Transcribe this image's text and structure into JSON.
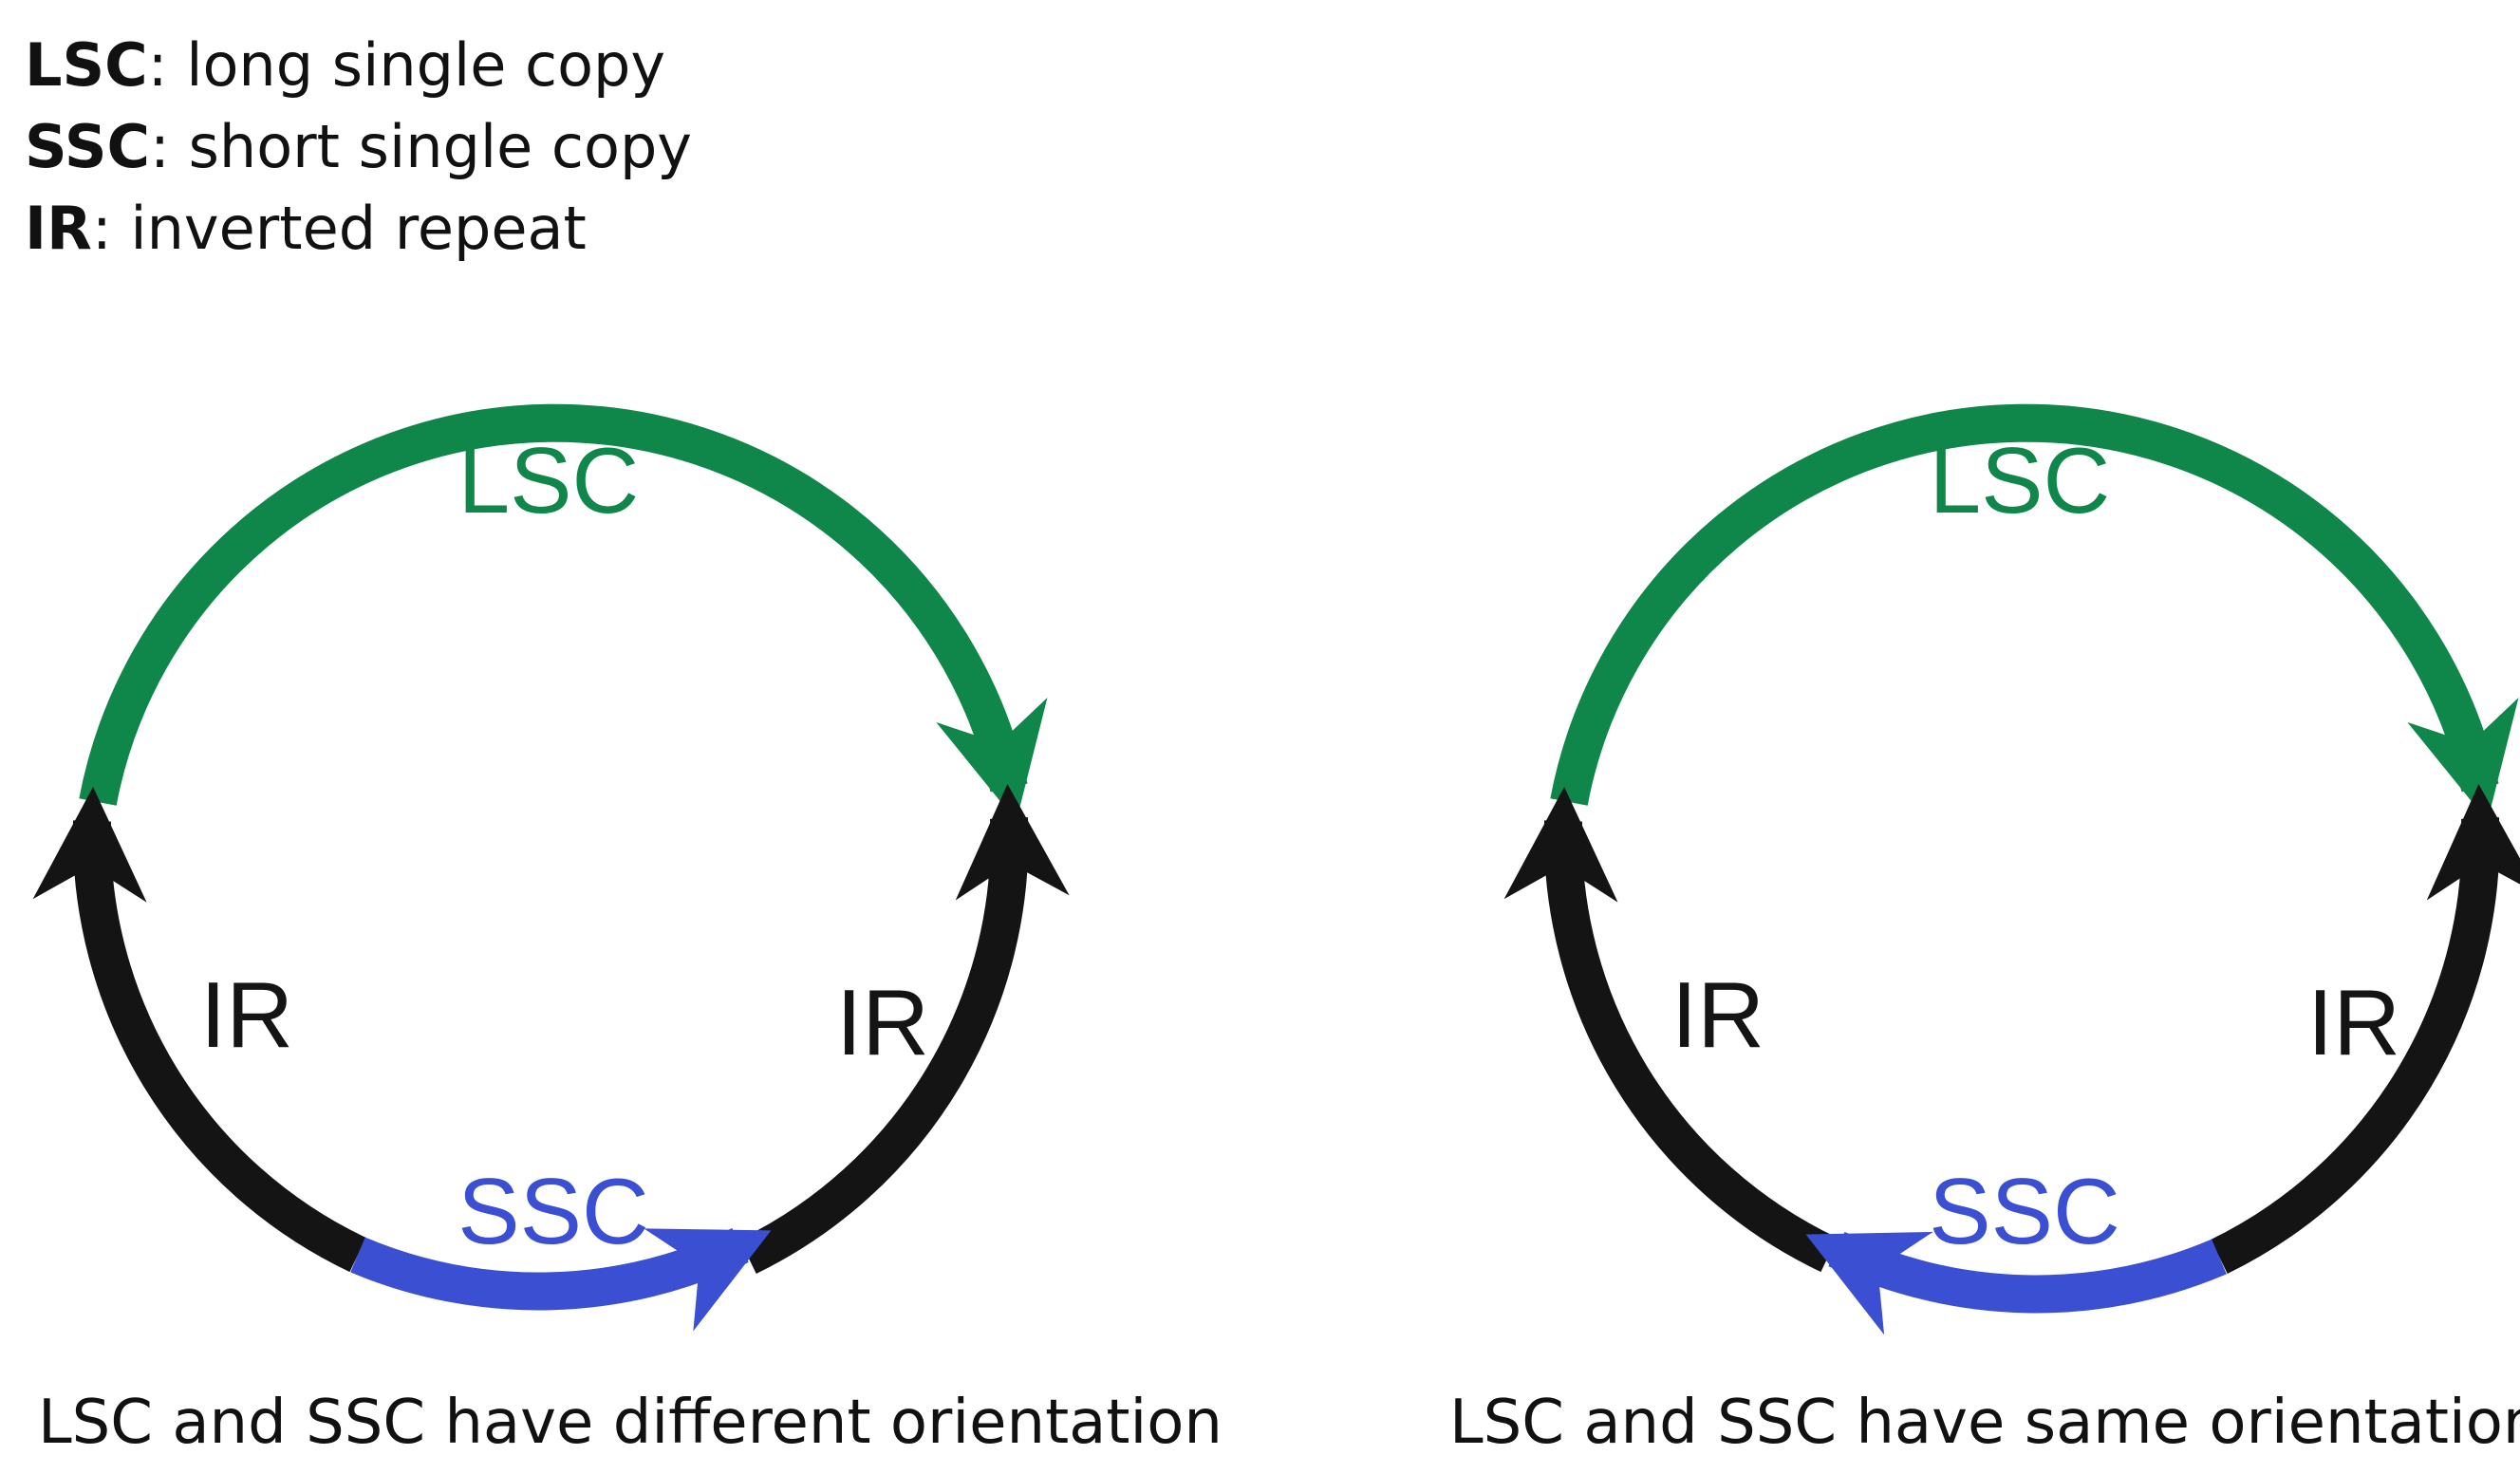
{
  "legend": {
    "items": [
      {
        "abbr": "LSC",
        "desc": ": long single copy"
      },
      {
        "abbr": "SSC",
        "desc": ": short single copy"
      },
      {
        "abbr": "IR",
        "desc": ": inverted repeat"
      }
    ]
  },
  "diagrams": [
    {
      "labels": {
        "lsc": "LSC",
        "ir_left": "IR",
        "ir_right": "IR",
        "ssc": "SSC"
      },
      "ssc_direction": "clockwise",
      "caption": "LSC and SSC have different orientation"
    },
    {
      "labels": {
        "lsc": "LSC",
        "ir_left": "IR",
        "ir_right": "IR",
        "ssc": "SSC"
      },
      "ssc_direction": "counterclockwise",
      "caption": "LSC and SSC have same orientation"
    }
  ],
  "colors": {
    "lsc": "#0f864a",
    "ir": "#141414",
    "ssc": "#3a4fd2",
    "text": "#111111"
  },
  "icons": [
    "lsc-arrowhead-icon",
    "ir-arrowhead-icon",
    "ssc-arrowhead-icon"
  ]
}
